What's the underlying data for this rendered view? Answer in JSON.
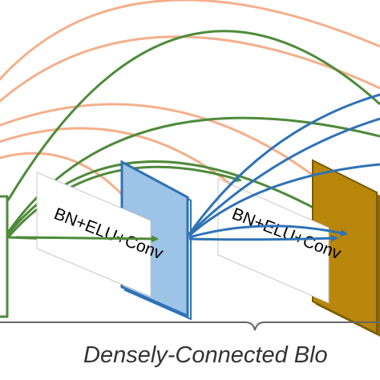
{
  "diagram": {
    "op_label_1": "BN+ELU+Conv",
    "op_label_2": "BN+ELU+Conv",
    "caption": "Densely-Connected Blo"
  },
  "colors": {
    "background": "#ffffff",
    "green": "#4e8a3a",
    "salmon": "#f3b08c",
    "blue": "#2f72b6",
    "blue_block": "#9dc3e6",
    "gold_block": "#b8860b",
    "brace": "#666666"
  }
}
